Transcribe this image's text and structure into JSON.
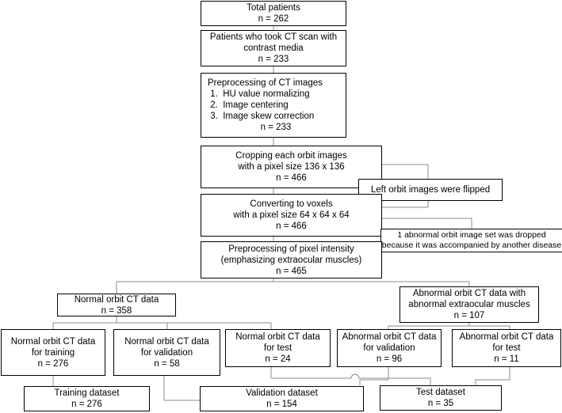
{
  "nodes": {
    "total": {
      "lines": [
        "Total patients",
        "n = 262"
      ]
    },
    "ct_contrast": {
      "lines": [
        "Patients who took CT scan with",
        "contrast media",
        "n = 233"
      ]
    },
    "preprocessing": {
      "title": "Preprocessing of CT images",
      "steps": [
        {
          "num": "1.",
          "text": "HU value normalizing"
        },
        {
          "num": "2.",
          "text": "Image centering"
        },
        {
          "num": "3.",
          "text": "Image skew correction"
        }
      ],
      "count": "n = 233"
    },
    "cropping": {
      "lines": [
        "Cropping each orbit images",
        "with a pixel size 136 x 136",
        "n = 466"
      ]
    },
    "flipped": {
      "lines": [
        "Left orbit images were flipped"
      ]
    },
    "voxels": {
      "lines": [
        "Converting to voxels",
        "with a pixel size 64 x 64 x 64",
        "n = 466"
      ]
    },
    "dropped": {
      "lines": [
        "1 abnormal orbit image set was dropped",
        "because it was accompanied by another disease"
      ]
    },
    "intensity": {
      "lines": [
        "Preprocessing of pixel intensity",
        "(emphasizing extraocular muscles)",
        "n = 465"
      ]
    },
    "normal": {
      "lines": [
        "Normal orbit CT data",
        "n = 358"
      ]
    },
    "abnormal": {
      "lines": [
        "Abnormal orbit CT data with",
        "abnormal extraocular muscles",
        "n = 107"
      ]
    },
    "normal_training": {
      "lines": [
        "Normal orbit CT data",
        "for training",
        "n = 276"
      ]
    },
    "normal_validation": {
      "lines": [
        "Normal orbit CT data",
        "for validation",
        "n = 58"
      ]
    },
    "normal_test": {
      "lines": [
        "Normal orbit CT data",
        "for test",
        "n = 24"
      ]
    },
    "abnormal_validation": {
      "lines": [
        "Abnormal orbit CT data",
        "for validation",
        "n = 96"
      ]
    },
    "abnormal_test": {
      "lines": [
        "Abnormal orbit CT data",
        "for test",
        "n = 11"
      ]
    },
    "training_dataset": {
      "lines": [
        "Training dataset",
        "n = 276"
      ]
    },
    "validation_dataset": {
      "lines": [
        "Validation dataset",
        "n = 154"
      ]
    },
    "test_dataset": {
      "lines": [
        "Test dataset",
        "n = 35"
      ]
    }
  },
  "colors": {
    "line": "#8c8c8c",
    "border": "#000000"
  }
}
